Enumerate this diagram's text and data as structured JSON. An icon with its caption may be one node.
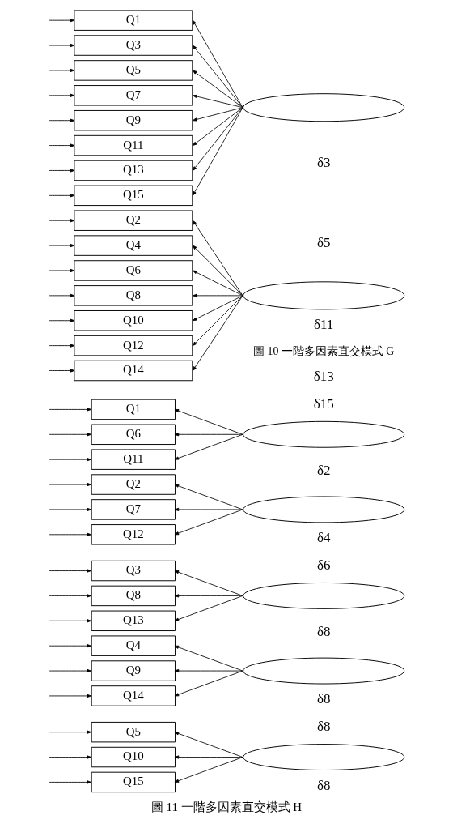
{
  "diagram": {
    "caption": "圖 11 一階多因素直交模式 H",
    "nodes": [
      {
        "text": [
          "Q1"
        ]
      },
      {
        "text": [
          "Q3"
        ]
      },
      {
        "text": [
          "Q5"
        ]
      },
      {
        "text": [
          "Q7"
        ]
      },
      {
        "text": [
          "Q9"
        ]
      },
      {
        "text": [
          "Q11"
        ]
      },
      {
        "text": [
          "Q13"
        ]
      },
      {
        "text": [
          "Q15"
        ]
      },
      {
        "text": [
          "Q2"
        ]
      },
      {
        "text": [
          "Q4"
        ]
      },
      {
        "text": [
          "Q6"
        ]
      },
      {
        "text": [
          "Q8"
        ]
      },
      {
        "text": [
          "Q10"
        ]
      },
      {
        "text": [
          "Q12"
        ]
      },
      {
        "text": [
          "Q14"
        ]
      },
      {
        "text": [],
        "shape": "ellipse"
      },
      {
        "text": [],
        "shape": "ellipse"
      },
      {
        "text": [
          "Q1"
        ]
      },
      {
        "text": [
          "Q6"
        ]
      },
      {
        "text": [
          "Q11"
        ]
      },
      {
        "text": [
          "Q2"
        ]
      },
      {
        "text": [
          "Q7"
        ]
      },
      {
        "text": [
          "Q12"
        ]
      },
      {
        "text": [
          "Q3"
        ]
      },
      {
        "text": [
          "Q8"
        ]
      },
      {
        "text": [
          "Q13"
        ]
      },
      {
        "text": [
          "Q4"
        ]
      },
      {
        "text": [
          "Q9"
        ]
      },
      {
        "text": [
          "Q14"
        ]
      },
      {
        "text": [
          "Q5"
        ]
      },
      {
        "text": [
          "Q10"
        ]
      },
      {
        "text": [
          "Q15"
        ]
      },
      {
        "text": [],
        "shape": "ellipse"
      },
      {
        "text": [],
        "shape": "ellipse"
      },
      {
        "text": [],
        "shape": "ellipse"
      },
      {
        "text": [],
        "shape": "ellipse"
      },
      {
        "text": [],
        "shape": "ellipse"
      }
    ],
    "edges": [
      {
        "from": null,
        "to": 0,
        "arrow": "to"
      },
      {
        "from": null,
        "to": 1,
        "arrow": "to"
      },
      {
        "from": null,
        "to": 2,
        "arrow": "to"
      },
      {
        "from": null,
        "to": 3,
        "arrow": "to"
      },
      {
        "from": null,
        "to": 4,
        "arrow": "to"
      },
      {
        "from": null,
        "to": 5,
        "arrow": "to"
      },
      {
        "from": null,
        "to": 6,
        "arrow": "to"
      },
      {
        "from": null,
        "to": 7,
        "arrow": "to"
      },
      {
        "from": null,
        "to": 8,
        "arrow": "to"
      },
      {
        "from": null,
        "to": 9,
        "arrow": "to"
      },
      {
        "from": null,
        "to": 10,
        "arrow": "to"
      },
      {
        "from": null,
        "to": 11,
        "arrow": "to"
      },
      {
        "from": null,
        "to": 12,
        "arrow": "to"
      },
      {
        "from": null,
        "to": 13,
        "arrow": "to"
      },
      {
        "from": null,
        "to": 14,
        "arrow": "to"
      },
      {
        "from": 15,
        "to": 0,
        "arrow": "to"
      },
      {
        "from": 15,
        "to": 1,
        "arrow": "to"
      },
      {
        "from": 15,
        "to": 2,
        "arrow": "to"
      },
      {
        "from": 15,
        "to": 3,
        "arrow": "to"
      },
      {
        "from": 15,
        "to": 4,
        "arrow": "to"
      },
      {
        "from": 15,
        "to": 5,
        "arrow": "to"
      },
      {
        "from": 15,
        "to": 6,
        "arrow": "to"
      },
      {
        "from": 15,
        "to": 7,
        "arrow": "to"
      },
      {
        "from": 16,
        "to": 8,
        "arrow": "to"
      },
      {
        "from": 16,
        "to": 9,
        "arrow": "to"
      },
      {
        "from": 16,
        "to": 10,
        "arrow": "to"
      },
      {
        "from": 16,
        "to": 11,
        "arrow": "to"
      },
      {
        "from": 16,
        "to": 12,
        "arrow": "to"
      },
      {
        "from": 16,
        "to": 13,
        "arrow": "to"
      },
      {
        "from": 16,
        "to": 14,
        "arrow": "to"
      },
      {
        "from": null,
        "to": 17,
        "arrow": "to"
      },
      {
        "from": null,
        "to": 18,
        "arrow": "to"
      },
      {
        "from": null,
        "to": 19,
        "arrow": "to"
      },
      {
        "from": null,
        "to": 20,
        "arrow": "to"
      },
      {
        "from": null,
        "to": 21,
        "arrow": "to"
      },
      {
        "from": null,
        "to": 22,
        "arrow": "to"
      },
      {
        "from": null,
        "to": 23,
        "arrow": "to"
      },
      {
        "from": null,
        "to": 24,
        "arrow": "to"
      },
      {
        "from": null,
        "to": 25,
        "arrow": "to"
      },
      {
        "from": null,
        "to": 26,
        "arrow": "to"
      },
      {
        "from": null,
        "to": 27,
        "arrow": "to"
      },
      {
        "from": null,
        "to": 28,
        "arrow": "to"
      },
      {
        "from": null,
        "to": 29,
        "arrow": "to"
      },
      {
        "from": null,
        "to": 30,
        "arrow": "to"
      },
      {
        "from": null,
        "to": 31,
        "arrow": "to"
      },
      {
        "from": 32,
        "to": 17,
        "arrow": "to"
      },
      {
        "from": 32,
        "to": 18,
        "arrow": "to"
      },
      {
        "from": 32,
        "to": 19,
        "arrow": "to"
      },
      {
        "from": 33,
        "to": 20,
        "arrow": "to"
      },
      {
        "from": 33,
        "to": 21,
        "arrow": "to"
      },
      {
        "from": 33,
        "to": 22,
        "arrow": "to"
      },
      {
        "from": 34,
        "to": 23,
        "arrow": "to"
      },
      {
        "from": 34,
        "to": 24,
        "arrow": "to"
      },
      {
        "from": 34,
        "to": 25,
        "arrow": "to"
      },
      {
        "from": 35,
        "to": 26,
        "arrow": "to"
      },
      {
        "from": 35,
        "to": 27,
        "arrow": "to"
      },
      {
        "from": 35,
        "to": 28,
        "arrow": "to"
      },
      {
        "from": 36,
        "to": 29,
        "arrow": "to"
      },
      {
        "from": 36,
        "to": 30,
        "arrow": "to"
      },
      {
        "from": 36,
        "to": 31,
        "arrow": "to"
      }
    ],
    "labels": [
      "δ3",
      "δ5",
      "δ11",
      "圖 10 一階多因素直交模式 G",
      "δ13",
      "δ15",
      "δ2",
      "δ4",
      "δ6",
      "δ8",
      "δ8",
      "δ8",
      "δ8"
    ]
  }
}
